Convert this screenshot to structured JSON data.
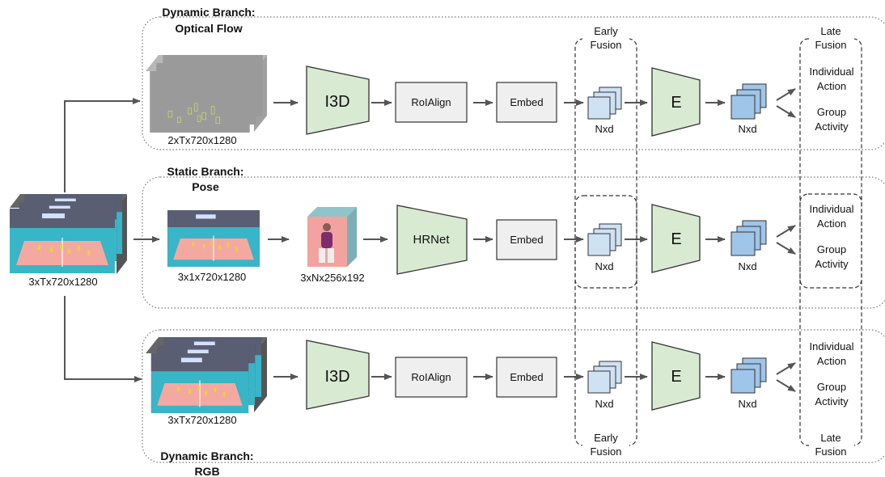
{
  "branches": {
    "flow": {
      "title_line1": "Dynamic Branch:",
      "title_line2": "Optical Flow",
      "input_dims": "2xTx720x1280",
      "backbone": "I3D",
      "roi": "RoIAlign"
    },
    "pose": {
      "title_line1": "Static Branch:",
      "title_line2": "Pose",
      "input_dims": "3x1x720x1280",
      "crop_dims": "3xNx256x192",
      "backbone": "HRNet"
    },
    "rgb": {
      "title_line1": "Dynamic Branch:",
      "title_line2": "RGB",
      "input_dims": "3xTx720x1280",
      "backbone": "I3D",
      "roi": "RoIAlign"
    }
  },
  "input": {
    "dims": "3xTx720x1280"
  },
  "common": {
    "embed": "Embed",
    "encoder": "E",
    "feature": "Nxd",
    "individual_line1": "Individual",
    "individual_line2": "Action",
    "group_line1": "Group",
    "group_line2": "Activity"
  },
  "fusion": {
    "early_line1": "Early",
    "early_line2": "Fusion",
    "late_line1": "Late",
    "late_line2": "Fusion"
  },
  "colors": {
    "backbone_fill": "#d9ead3",
    "module_fill": "#efefef",
    "early_feat_fill": "#cfe2f3",
    "late_feat_fill": "#9fc5e8",
    "arrow": "#555555",
    "court": "#f4a9a0",
    "floor": "#39b5c8"
  }
}
